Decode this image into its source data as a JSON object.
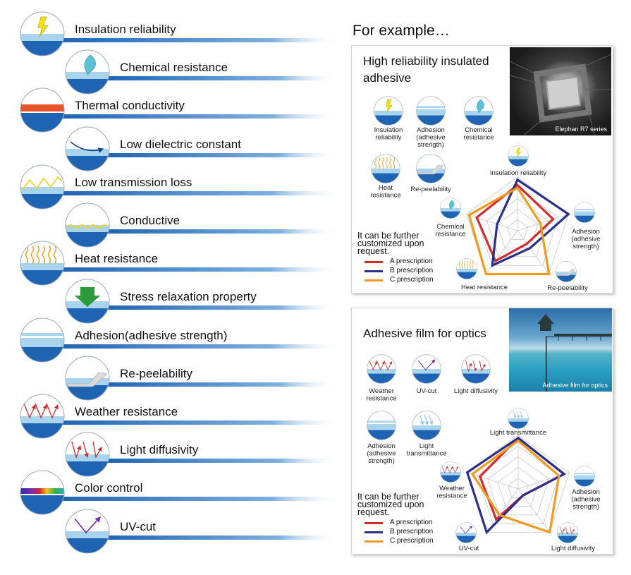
{
  "features": [
    {
      "label": "Insulation reliability",
      "icon": "lightning-icon"
    },
    {
      "label": "Chemical resistance",
      "icon": "droplet-icon"
    },
    {
      "label": "Thermal conductivity",
      "icon": "thermal-layer-icon"
    },
    {
      "label": "Low dielectric constant",
      "icon": "dielectric-arrow-icon"
    },
    {
      "label": "Low transmission loss",
      "icon": "zigzag-wave-icon"
    },
    {
      "label": "Conductive",
      "icon": "conductive-wave-icon"
    },
    {
      "label": "Heat resistance",
      "icon": "heat-waves-icon"
    },
    {
      "label": "Stress relaxation property",
      "icon": "down-arrow-icon"
    },
    {
      "label": "Adhesion(adhesive strength)",
      "icon": "adhesion-layer-icon"
    },
    {
      "label": "Re-peelability",
      "icon": "peel-film-icon"
    },
    {
      "label": "Weather resistance",
      "icon": "weather-arrows-icon"
    },
    {
      "label": "Light diffusivity",
      "icon": "diffuse-arrows-icon"
    },
    {
      "label": "Color control",
      "icon": "rainbow-layer-icon"
    },
    {
      "label": "UV-cut",
      "icon": "uv-reflect-icon"
    }
  ],
  "heading": "For example…",
  "colors": {
    "a": "#d42b2b",
    "b": "#2a2f8c",
    "c": "#f39a1e",
    "blue": "#1f63b3",
    "light": "#a9d4ee"
  },
  "panel1": {
    "title_line1": "High reliability insulated",
    "title_line2": "adhesive",
    "photo_caption": "Elephan R7 series",
    "icons": [
      {
        "l1": "Insulation",
        "l2": "reliability",
        "l3": "",
        "icon": "lightning-icon"
      },
      {
        "l1": "Adhesion",
        "l2": "(adhesive",
        "l3": "strength)",
        "icon": "adhesion-layer-icon"
      },
      {
        "l1": "Chemical",
        "l2": "resistance",
        "l3": "",
        "icon": "droplet-icon"
      },
      {
        "l1": "Heat",
        "l2": "resistance",
        "l3": "",
        "icon": "heat-waves-icon"
      },
      {
        "l1": "Re-peelability",
        "l2": "",
        "l3": "",
        "icon": "peel-film-icon"
      }
    ],
    "note": [
      "It can be further",
      "customized upon",
      "request."
    ],
    "legend": [
      "A prescription",
      "B prescription",
      "C prescription"
    ]
  },
  "panel2": {
    "title": "Adhesive film for optics",
    "photo_caption": "Adhesive film for optics",
    "icons": [
      {
        "l1": "Weather",
        "l2": "resistance",
        "l3": "",
        "icon": "weather-arrows-icon"
      },
      {
        "l1": "UV-cut",
        "l2": "",
        "l3": "",
        "icon": "uv-reflect-icon"
      },
      {
        "l1": "Light diffusivity",
        "l2": "",
        "l3": "",
        "icon": "diffuse-arrows-icon"
      },
      {
        "l1": "Adhesion",
        "l2": "(adhesive",
        "l3": "strength)",
        "icon": "adhesion-layer-icon"
      },
      {
        "l1": "Light",
        "l2": "transmittance",
        "l3": "",
        "icon": "transmit-arrows-icon"
      }
    ],
    "note": [
      "It can be further",
      "customized upon",
      "request."
    ],
    "legend": [
      "A prescription",
      "B prescription",
      "C prescription"
    ]
  },
  "chart_data": [
    {
      "type": "radar",
      "axes": [
        "Insulation reliability",
        "Adhesion (adhesive strength)",
        "Re-peelability",
        "Heat  resistance",
        "Chemical resistance"
      ],
      "levels": 5,
      "series": [
        {
          "name": "A prescription",
          "values": [
            0.85,
            0.7,
            0.3,
            0.7,
            0.8
          ]
        },
        {
          "name": "B prescription",
          "values": [
            0.95,
            1.0,
            0.4,
            0.8,
            0.4
          ]
        },
        {
          "name": "C prescription",
          "values": [
            0.8,
            0.45,
            1.0,
            1.0,
            0.95
          ]
        }
      ]
    },
    {
      "type": "radar",
      "axes": [
        "Light  transmittance",
        "Adhesion (adhesive strength)",
        "Light diffusivity",
        "UV-cut",
        "Weather resistance"
      ],
      "levels": 5,
      "series": [
        {
          "name": "A prescription",
          "values": [
            0.95,
            0.9,
            0.15,
            0.7,
            0.75
          ]
        },
        {
          "name": "B prescription",
          "values": [
            0.95,
            0.9,
            0.15,
            1.0,
            1.0
          ]
        },
        {
          "name": "C prescription",
          "values": [
            0.9,
            0.8,
            1.0,
            0.6,
            0.9
          ]
        }
      ]
    }
  ]
}
